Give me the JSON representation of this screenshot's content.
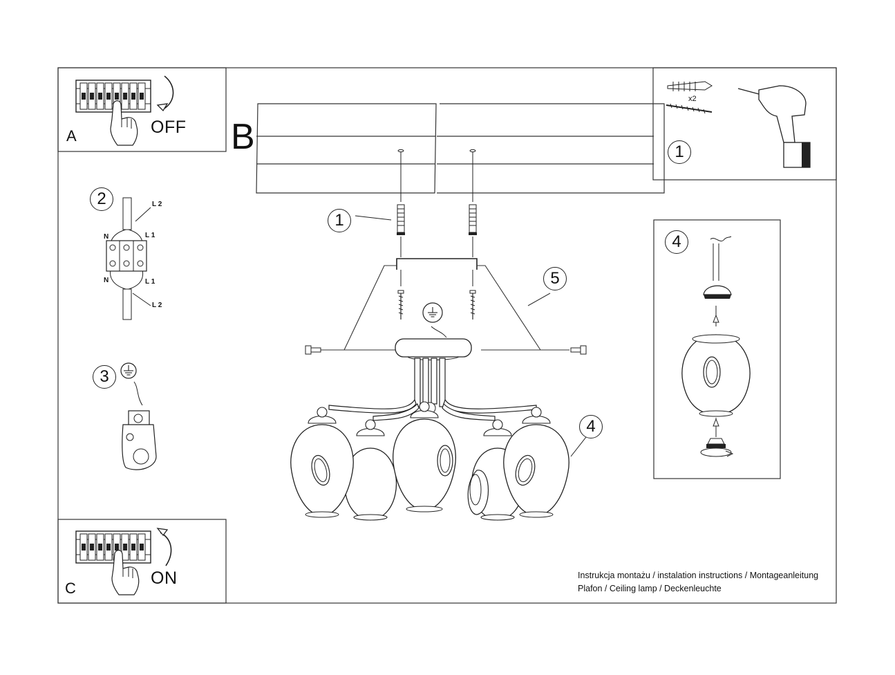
{
  "panels": {
    "a": {
      "letter": "A",
      "state": "OFF"
    },
    "c": {
      "letter": "C",
      "state": "ON"
    },
    "b": {
      "letter": "B"
    }
  },
  "steps": {
    "drill_panel": "1",
    "main_screw": "1",
    "wiring": "2",
    "ground": "3",
    "glass_detail": "4",
    "main_glass": "4",
    "canopy": "5"
  },
  "wiring_labels": {
    "top_right_a": "L 2",
    "top_left": "N",
    "top_right_b": "L 1",
    "bottom_left": "N",
    "bottom_right_a": "L 1",
    "bottom_right_b": "L 2"
  },
  "hardware": {
    "quantity": "x2"
  },
  "caption": {
    "line1": "Instrukcja montażu / instalation instructions / Montageanleitung",
    "line2": "Plafon / Ceiling lamp / Deckenleuchte"
  },
  "icons": [
    "breaker-panel-icon",
    "hand-icon",
    "rotate-arrow-icon",
    "drill-icon",
    "wall-plug-icon",
    "screw-icon",
    "ground-symbol-icon",
    "terminal-block-icon",
    "lamp-shade-icon"
  ]
}
